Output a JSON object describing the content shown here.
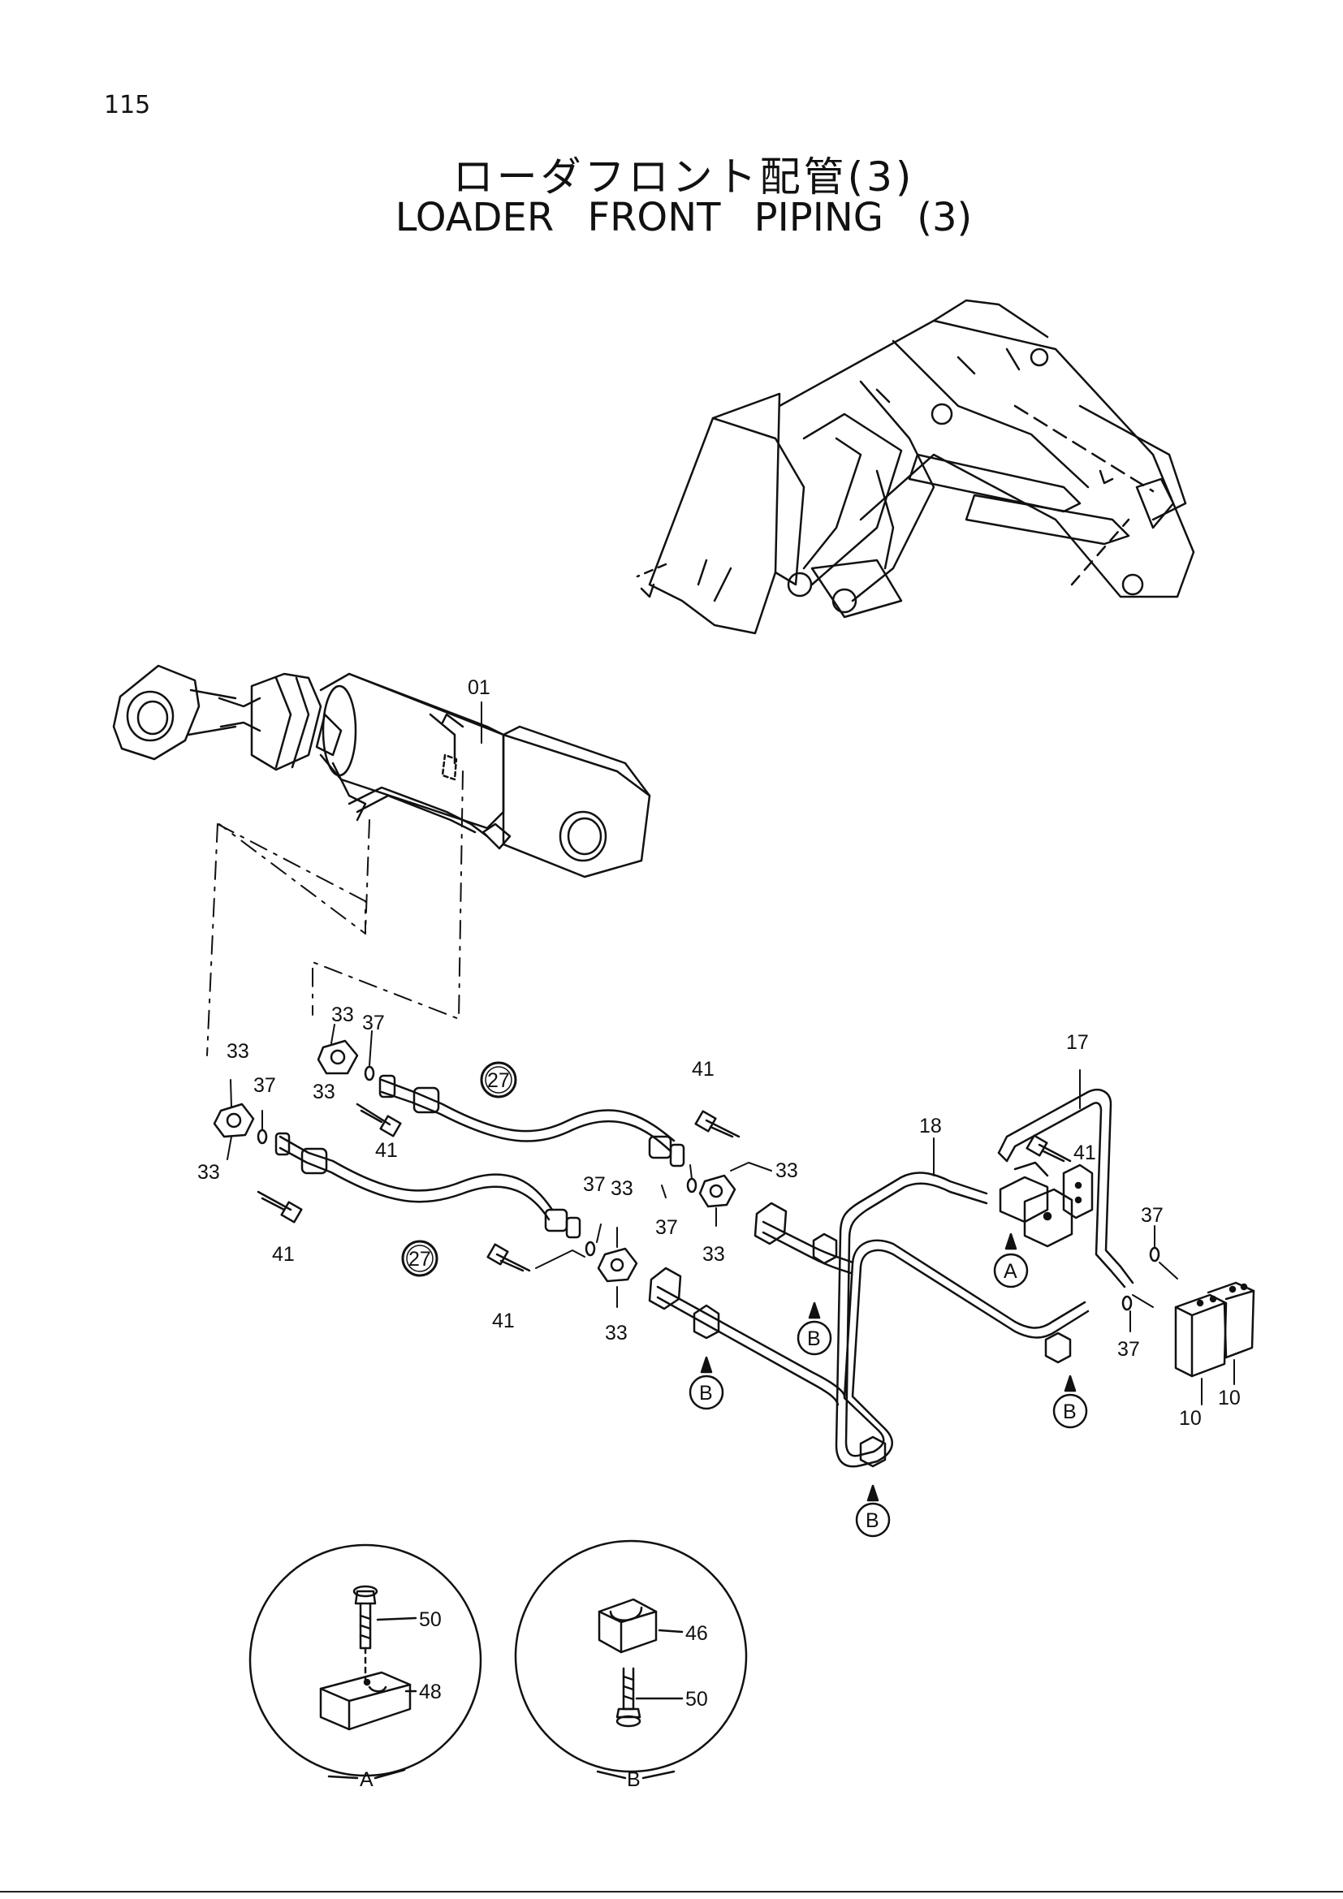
{
  "page_number": "115",
  "title_japanese": "ローダフロント配管(3)",
  "title_english": "LOADER FRONT PIPING (3)",
  "callouts": [
    {
      "id": "c01",
      "text": "01"
    },
    {
      "id": "c27a",
      "text": "27",
      "circled": true
    },
    {
      "id": "c27b",
      "text": "27",
      "circled": true
    },
    {
      "id": "c33a",
      "text": "33"
    },
    {
      "id": "c33b",
      "text": "33"
    },
    {
      "id": "c33c",
      "text": "33"
    },
    {
      "id": "c33d",
      "text": "33"
    },
    {
      "id": "c33e",
      "text": "33"
    },
    {
      "id": "c33f",
      "text": "33"
    },
    {
      "id": "c33g",
      "text": "33"
    },
    {
      "id": "c33h",
      "text": "33"
    },
    {
      "id": "c37a",
      "text": "37"
    },
    {
      "id": "c37b",
      "text": "37"
    },
    {
      "id": "c37c",
      "text": "37"
    },
    {
      "id": "c37d",
      "text": "37"
    },
    {
      "id": "c37e",
      "text": "37"
    },
    {
      "id": "c37f",
      "text": "37"
    },
    {
      "id": "c41a",
      "text": "41"
    },
    {
      "id": "c41b",
      "text": "41"
    },
    {
      "id": "c41c",
      "text": "41"
    },
    {
      "id": "c41d",
      "text": "41"
    },
    {
      "id": "c41e",
      "text": "41"
    },
    {
      "id": "c17",
      "text": "17"
    },
    {
      "id": "c18",
      "text": "18"
    },
    {
      "id": "c10a",
      "text": "10"
    },
    {
      "id": "c10b",
      "text": "10"
    }
  ],
  "view_markers": [
    {
      "id": "mA",
      "text": "A"
    },
    {
      "id": "mB1",
      "text": "B"
    },
    {
      "id": "mB2",
      "text": "B"
    },
    {
      "id": "mB3",
      "text": "B"
    },
    {
      "id": "mB4",
      "text": "B"
    }
  ],
  "detail_views": [
    {
      "id": "detailA",
      "label": "A",
      "parts": [
        "50",
        "48"
      ]
    },
    {
      "id": "detailB",
      "label": "B",
      "parts": [
        "46",
        "50"
      ]
    }
  ]
}
